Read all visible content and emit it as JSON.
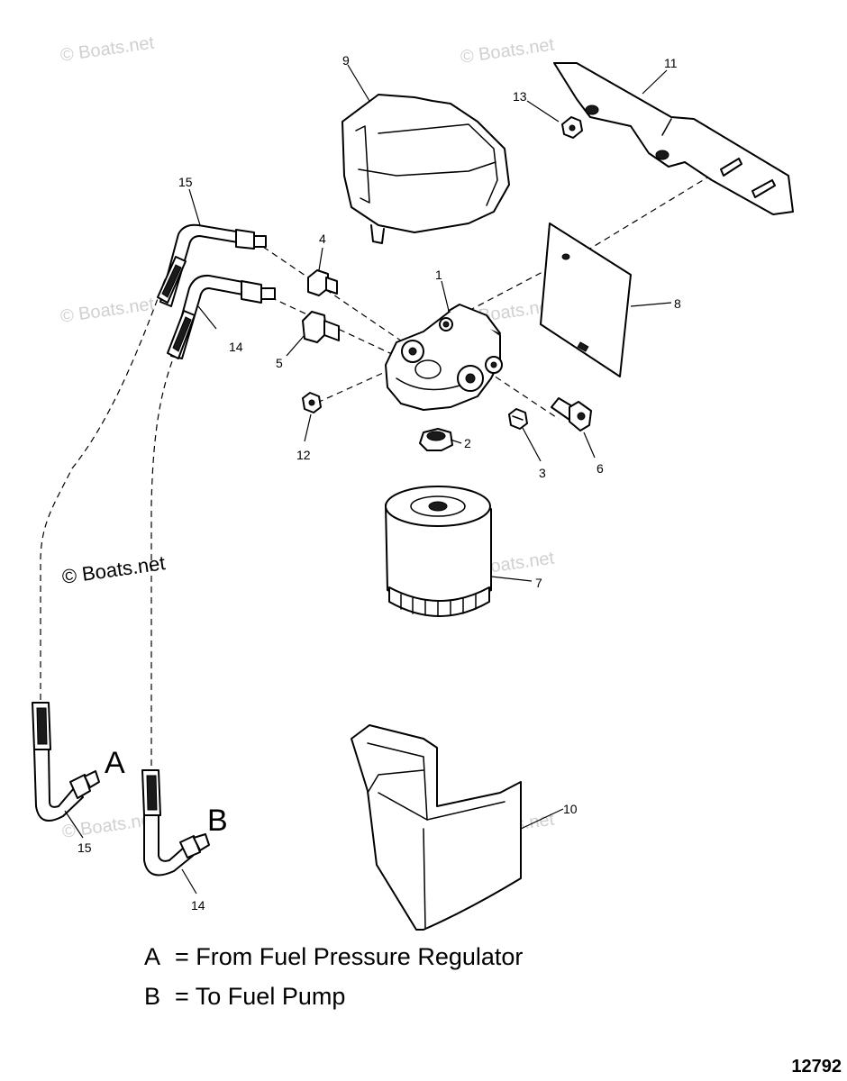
{
  "watermark": "© Boats.net",
  "callouts": {
    "c1": "1",
    "c2": "2",
    "c3": "3",
    "c4": "4",
    "c5": "5",
    "c6": "6",
    "c7": "7",
    "c8": "8",
    "c9": "9",
    "c10": "10",
    "c11": "11",
    "c12": "12",
    "c13": "13",
    "c14a": "14",
    "c14b": "14",
    "c15a": "15",
    "c15b": "15"
  },
  "references": {
    "a": "A",
    "b": "B"
  },
  "legend": [
    {
      "key": "A",
      "text": "= From Fuel Pressure Regulator"
    },
    {
      "key": "B",
      "text": "= To Fuel Pump"
    }
  ],
  "drawing_number": "12792"
}
